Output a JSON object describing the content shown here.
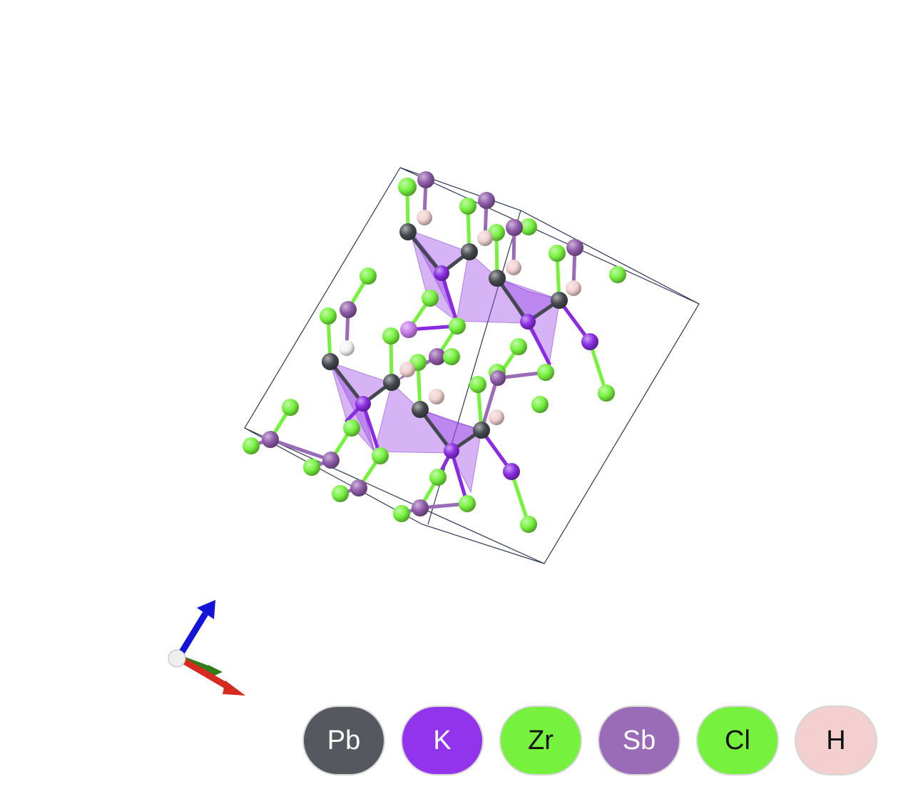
{
  "legend": [
    {
      "symbol": "Pb",
      "color": "#55585e",
      "text_color": "#ffffff"
    },
    {
      "symbol": "K",
      "color": "#9234eb",
      "text_color": "#ffffff"
    },
    {
      "symbol": "Zr",
      "color": "#76f23e",
      "text_color": "#111111"
    },
    {
      "symbol": "Sb",
      "color": "#9a6bb6",
      "text_color": "#ffffff"
    },
    {
      "symbol": "Cl",
      "color": "#76f23e",
      "text_color": "#111111"
    },
    {
      "symbol": "H",
      "color": "#f3cfcf",
      "text_color": "#111111"
    }
  ],
  "axes_colors": {
    "a": "#d42a1f",
    "b": "#2f7d18",
    "c": "#1414d8",
    "origin": "#eeeeee"
  },
  "atom_colors": {
    "Pb": "#45484e",
    "K": "#8a2be2",
    "Zr": "#76f23e",
    "Sb": "#8e5aa8",
    "Cl": "#76f23e",
    "H": "#f0d0d0",
    "K_light": "#c77de8",
    "H_white": "#f4f4f4"
  },
  "polyhedra_color": "#9b4ae6",
  "cell_edge_color": "#2d3552"
}
